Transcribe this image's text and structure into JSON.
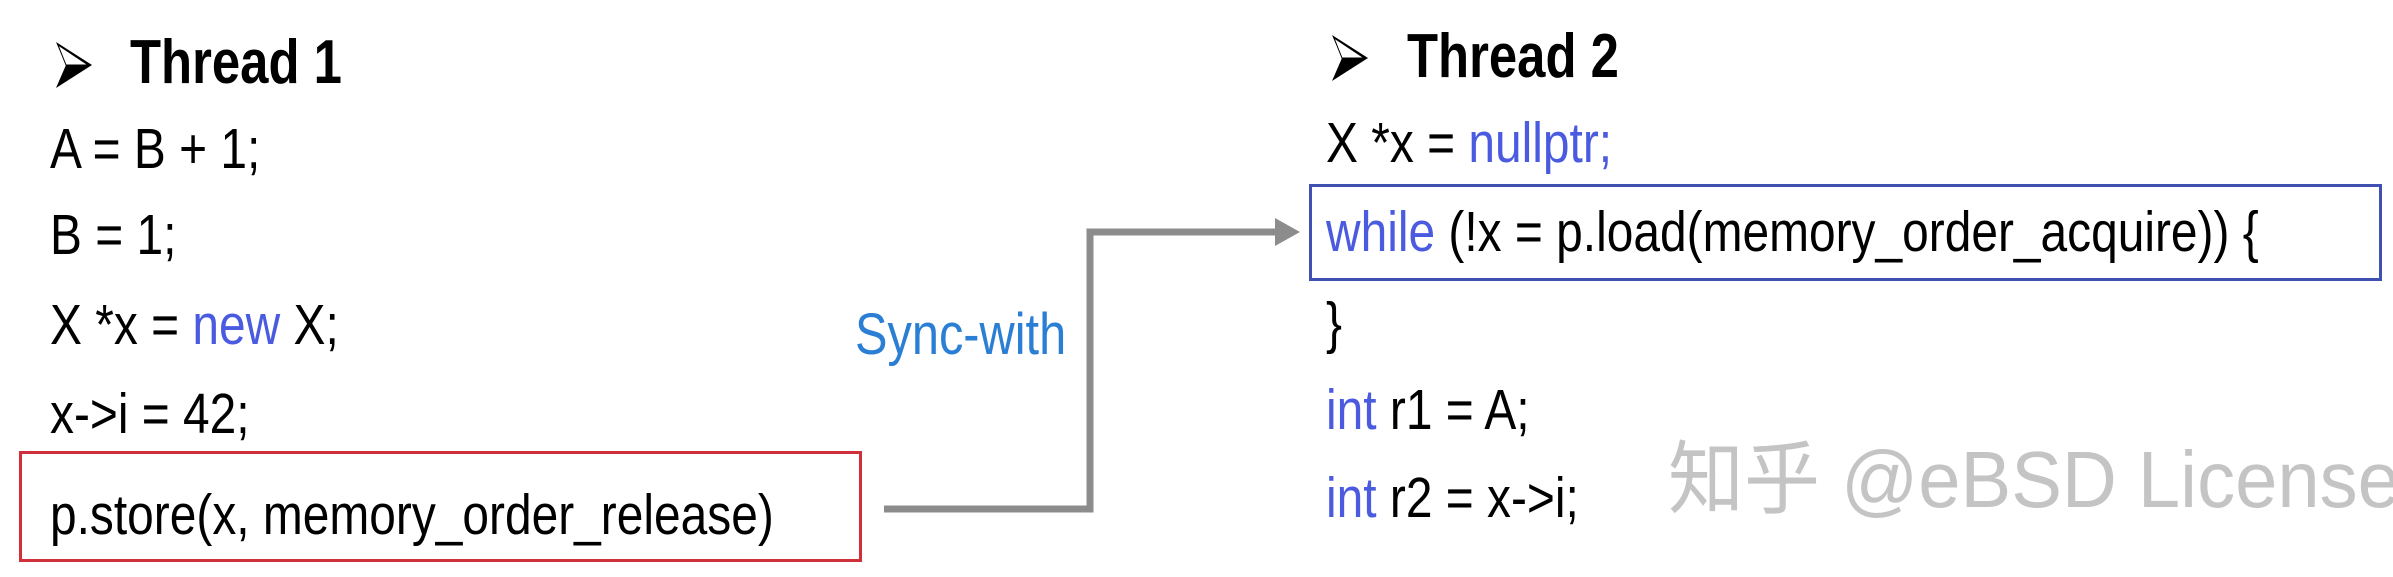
{
  "thread1": {
    "title": "Thread 1",
    "lines": [
      {
        "parts": [
          {
            "text": "A = B + 1;"
          }
        ]
      },
      {
        "parts": [
          {
            "text": "B = 1;"
          }
        ]
      },
      {
        "parts": [
          {
            "text": "X *x = "
          },
          {
            "text": "new",
            "keyword": true
          },
          {
            "text": " X;"
          }
        ]
      },
      {
        "parts": [
          {
            "text": "x->i = 42;"
          }
        ]
      },
      {
        "parts": [
          {
            "text": "p.store(x, memory_order_release)"
          }
        ]
      }
    ]
  },
  "thread2": {
    "title": "Thread 2",
    "lines": [
      {
        "parts": [
          {
            "text": "X *x = "
          },
          {
            "text": "nullptr;",
            "keyword": true
          }
        ]
      },
      {
        "parts": [
          {
            "text": "while",
            "keyword": true
          },
          {
            "text": " (!x = p.load(memory_order_acquire)) {"
          }
        ]
      },
      {
        "parts": [
          {
            "text": "}"
          }
        ]
      },
      {
        "parts": [
          {
            "text": "int",
            "keyword": true
          },
          {
            "text": " r1 = A;"
          }
        ]
      },
      {
        "parts": [
          {
            "text": "int",
            "keyword": true
          },
          {
            "text": " r2 = x->i;"
          }
        ]
      }
    ]
  },
  "arrow_label": "Sync-with",
  "watermark": "知乎 @eBSD License",
  "colors": {
    "keyword": "#4a5be0",
    "release_box": "#d0303a",
    "acquire_box": "#4050b0",
    "sync_label": "#2a7fd4",
    "connector": "#8c8c8c"
  }
}
